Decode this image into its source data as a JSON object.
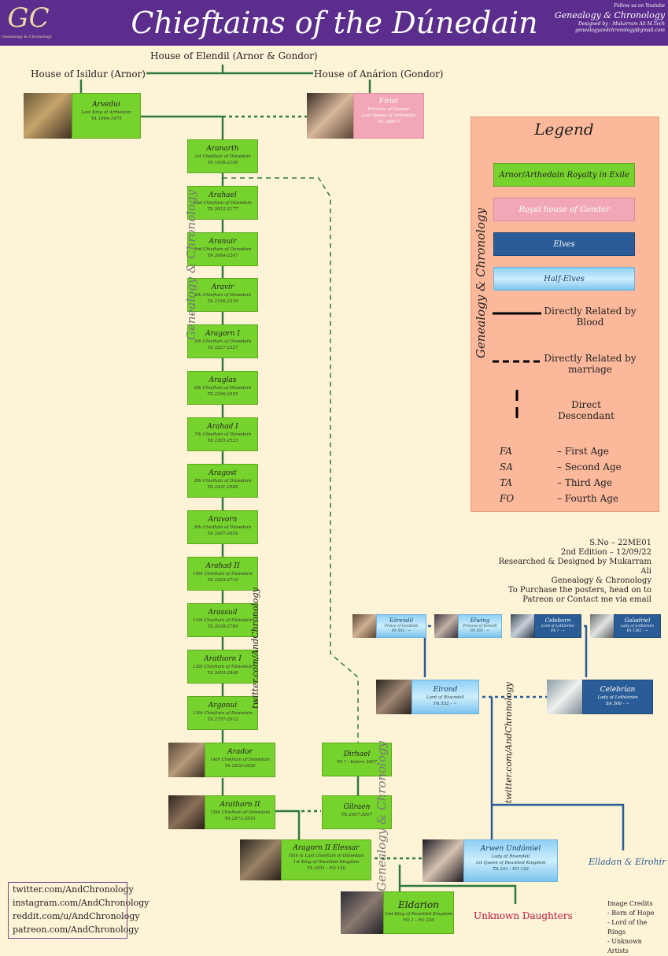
{
  "header": {
    "title": "Chieftains of the Dúnedain",
    "logo_text": "GC",
    "logo_sub": "Genealogy & Chronology",
    "follow": "Follow us on Youtube",
    "channel": "Genealogy & Chronology",
    "designed": "Designed by - Mukarram Ali M.Tech",
    "email": "genealogyandchronology@gmail.com"
  },
  "houses": {
    "elendil": "House of Elendil (Arnor & Gondor)",
    "isildur": "House of Isildur (Arnor)",
    "anarion": "House of Anárion (Gondor)"
  },
  "nodes": {
    "arvedui": {
      "name": "Arvedui",
      "l1": "Last King of Arthedain",
      "l2": "TA 1864-1975"
    },
    "firiel": {
      "name": "Fíriel",
      "l1": "Princess of Gondor",
      "l2": "Last Queen of Arthedain",
      "l3": "TA 1896-?"
    },
    "aranarth": {
      "name": "Aranarth",
      "l1": "1st Chieftain of Dúnedain",
      "l2": "TA 1938-2106"
    },
    "arahael": {
      "name": "Arahael",
      "l1": "2nd Chieftain of Dúnedain",
      "l2": "TA 2012-2177"
    },
    "aranuir": {
      "name": "Aranuir",
      "l1": "3rd Chieftain of Dúnedain",
      "l2": "TA 2084-2247"
    },
    "aravir": {
      "name": "Aravir",
      "l1": "4th Chieftain of Dúnedain",
      "l2": "TA 2156-2319"
    },
    "aragorn1": {
      "name": "Aragorn I",
      "l1": "5th Chieftain of Dúnedain",
      "l2": "TA 2227-2327"
    },
    "araglas": {
      "name": "Araglas",
      "l1": "6th Chieftain of Dúnedain",
      "l2": "TA 2296-2455"
    },
    "arahad1": {
      "name": "Arahad I",
      "l1": "7th Chieftain of Dúnedain",
      "l2": "TA 2365-2523"
    },
    "aragost": {
      "name": "Aragost",
      "l1": "8th Chieftain of Dúnedain",
      "l2": "TA 2431-2588"
    },
    "aravorn": {
      "name": "Aravorn",
      "l1": "9th Chieftain of Dúnedain",
      "l2": "TA 2497-2654"
    },
    "arahad2": {
      "name": "Arahad II",
      "l1": "10th Chieftain of Dúnedain",
      "l2": "TA 2563-2719"
    },
    "arassuil": {
      "name": "Arassuil",
      "l1": "11th Chieftain of Dúnedain",
      "l2": "TA 2628-2784"
    },
    "arathorn1": {
      "name": "Arathorn I",
      "l1": "12th Chieftain of Dúnedain",
      "l2": "TA 2693-2848"
    },
    "argonui": {
      "name": "Argonui",
      "l1": "13th Chieftain of Dúnedain",
      "l2": "TA 2757-2912"
    },
    "arador": {
      "name": "Arador",
      "l1": "14th Chieftain of Dúnedain",
      "l2": "TA 2820-2930"
    },
    "arathorn2": {
      "name": "Arathorn II",
      "l1": "15th Chieftain of Dúnedain",
      "l2": "TA 2873-2933"
    },
    "dirhael": {
      "name": "Dirhael",
      "l1": "TA ? - before 3007"
    },
    "gilraen": {
      "name": "Gilraen",
      "l1": "TA 2907-3007"
    },
    "aragorn2": {
      "name": "Aragorn II Elessar",
      "l1": "16th & Last Chieftain of Dúnedain",
      "l2": "1st King of Reunited Kingdom",
      "l3": "TA 2931 - FO 120"
    },
    "arwen": {
      "name": "Arwen Undómiel",
      "l1": "Lady of Rivendell",
      "l2": "1st Queen of Reunited Kingdom",
      "l3": "TA 241 - FO 120"
    },
    "eldarion": {
      "name": "Eldarion",
      "l1": "2nd King of Reunited Kingdom",
      "l2": "FO 1 - FO 220"
    },
    "earendil": {
      "name": "Eärendil",
      "l1": "Prince of Gondolin",
      "l2": "FA 503 - ~"
    },
    "elwing": {
      "name": "Elwing",
      "l1": "Princess of Doriath",
      "l2": "FA 503 - ~"
    },
    "celeborn": {
      "name": "Celeborn",
      "l1": "Lord of Lothlórien",
      "l2": "FA ? - ~"
    },
    "galadriel": {
      "name": "Galadriel",
      "l1": "Lady of Lothlórien",
      "l2": "FA 1362 - ~"
    },
    "elrond": {
      "name": "Elrond",
      "l1": "Lord of Rivendell",
      "l2": "FA 532 - ~"
    },
    "celebrian": {
      "name": "Celebrían",
      "l1": "Lady of Lothlórien",
      "l2": "SA 300 - ~"
    }
  },
  "others": {
    "unknown_daughters": "Unknown Daughters",
    "elladan": "Elladan & Elrohir"
  },
  "legend": {
    "title": "Legend",
    "royalty": "Arnor/Arthedain Royalty in Exile",
    "gondor": "Royal house of Gondor",
    "elves": "Elves",
    "half_elves": "Half-Elves",
    "blood": "Directly Related by Blood",
    "marriage": "Directly Related by marriage",
    "descendant": "Direct Descendant",
    "abbr": [
      {
        "k": "FA",
        "v": "– First Age"
      },
      {
        "k": "SA",
        "v": "– Second Age"
      },
      {
        "k": "TA",
        "v": "– Third Age"
      },
      {
        "k": "FO",
        "v": "– Fourth Age"
      }
    ],
    "colors": {
      "royalty": "#76d22c",
      "gondor": "#f2a7b6",
      "elves": "#2a5c97",
      "half_elves": "#8fd0f4",
      "legend_bg": "#fbb89a",
      "header": "#5b2d8c"
    }
  },
  "info": {
    "sno": "S.No – 22ME01",
    "edition": "2nd Edition – 12/09/22",
    "researched": "Researched & Designed by Mukarram Ali",
    "brand": "Genealogy & Chronology",
    "purchase1": "To Purchase the posters, head on to",
    "purchase2": "Patreon or Contact me via email"
  },
  "social": [
    "twitter.com/AndChronology",
    "instagram.com/AndChronology",
    "reddit.com/u/AndChronology",
    "patreon.com/AndChronology"
  ],
  "credits": [
    "Image Credits",
    "- Born of Hope",
    "- Lord of the Rings",
    "- Unknown Artists"
  ],
  "watermarks": {
    "brand": "Genealogy & Chronology",
    "twitter": "twitter.com/AndChronology"
  }
}
